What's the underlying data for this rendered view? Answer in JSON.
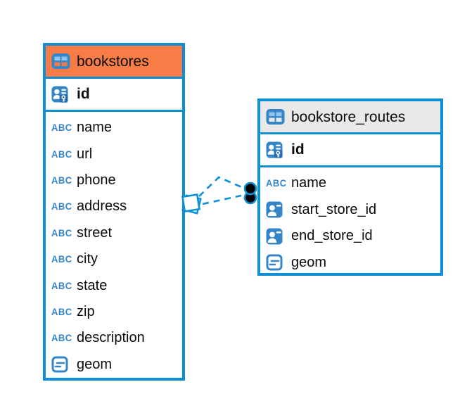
{
  "colors": {
    "accent": "#0d8fd6",
    "icon_blue": "#3585c8",
    "header_orange": "#f87c46",
    "header_gray": "#e9e9e9",
    "text": "#0c0c0c",
    "connector_dot": "#000000"
  },
  "icons": {
    "text_glyph": "ABC"
  },
  "tables": [
    {
      "title": "bookstores",
      "header_style": "orange",
      "columns": [
        {
          "name": "id",
          "icon": "primary-key-icon",
          "is_primary_key": true
        },
        {
          "name": "name",
          "icon": "text-icon"
        },
        {
          "name": "url",
          "icon": "text-icon"
        },
        {
          "name": "phone",
          "icon": "text-icon"
        },
        {
          "name": "address",
          "icon": "text-icon"
        },
        {
          "name": "street",
          "icon": "text-icon"
        },
        {
          "name": "city",
          "icon": "text-icon"
        },
        {
          "name": "state",
          "icon": "text-icon"
        },
        {
          "name": "zip",
          "icon": "text-icon"
        },
        {
          "name": "description",
          "icon": "text-icon"
        },
        {
          "name": "geom",
          "icon": "geometry-icon"
        }
      ]
    },
    {
      "title": "bookstore_routes",
      "header_style": "gray",
      "columns": [
        {
          "name": "id",
          "icon": "primary-key-icon",
          "is_primary_key": true
        },
        {
          "name": "name",
          "icon": "text-icon"
        },
        {
          "name": "start_store_id",
          "icon": "reference-icon"
        },
        {
          "name": "end_store_id",
          "icon": "reference-icon"
        },
        {
          "name": "geom",
          "icon": "geometry-icon"
        }
      ]
    }
  ]
}
